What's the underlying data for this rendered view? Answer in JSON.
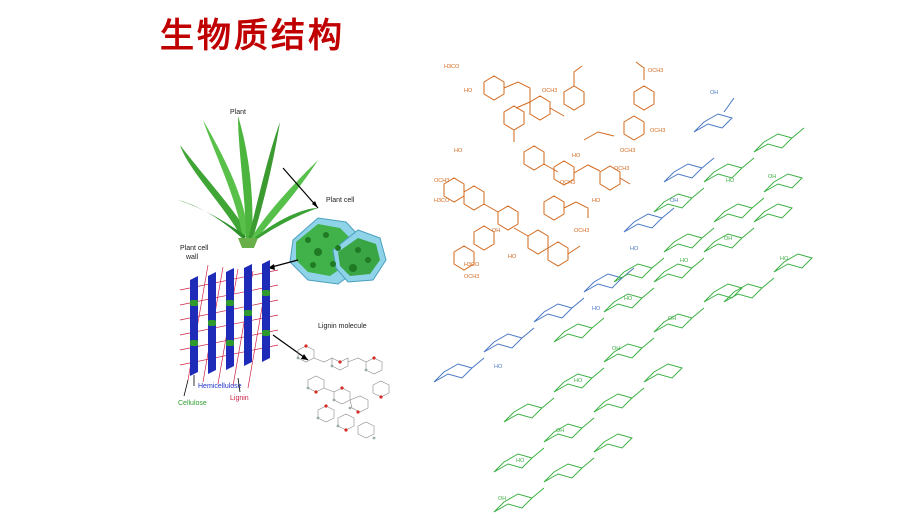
{
  "slide": {
    "title": "生物质结构"
  },
  "left_figure": {
    "labels": {
      "plant": "Plant",
      "plant_cell": "Plant cell",
      "plant_cell_wall_1": "Plant cell",
      "plant_cell_wall_2": "wall",
      "lignin_molecule": "Lignin molecule",
      "hemicellulose": "Hemicellulose",
      "cellulose": "Cellulose",
      "lignin": "Lignin"
    },
    "colors": {
      "plant": "#3fa535",
      "cell": "#3fb54a",
      "cell_wall_fiber": "#1e2bb8",
      "cellulose": "#2e9a2e",
      "hemicellulose": "#2233cc",
      "lignin": "#cc2244"
    }
  },
  "right_figure": {
    "lignin_labels": [
      "H3CO",
      "HO",
      "OCH3",
      "OCH3",
      "OCH3",
      "HO",
      "HO",
      "OCH3",
      "OCH3",
      "OCH3",
      "OCH3",
      "HO",
      "H3CO",
      "OCH3",
      "OH",
      "HO",
      "OCH3",
      "H3CO"
    ],
    "hemicellulose_labels": [
      "HO",
      "HO",
      "OH",
      "OH",
      "HO"
    ],
    "cellulose_labels": [
      "OH",
      "HO",
      "OH",
      "HO",
      "OH",
      "HO",
      "OH",
      "HO",
      "OH",
      "HO",
      "OH",
      "HO"
    ],
    "colors": {
      "lignin": "#d2691e",
      "hemicellulose": "#4a78c4",
      "cellulose": "#3cb043"
    }
  }
}
